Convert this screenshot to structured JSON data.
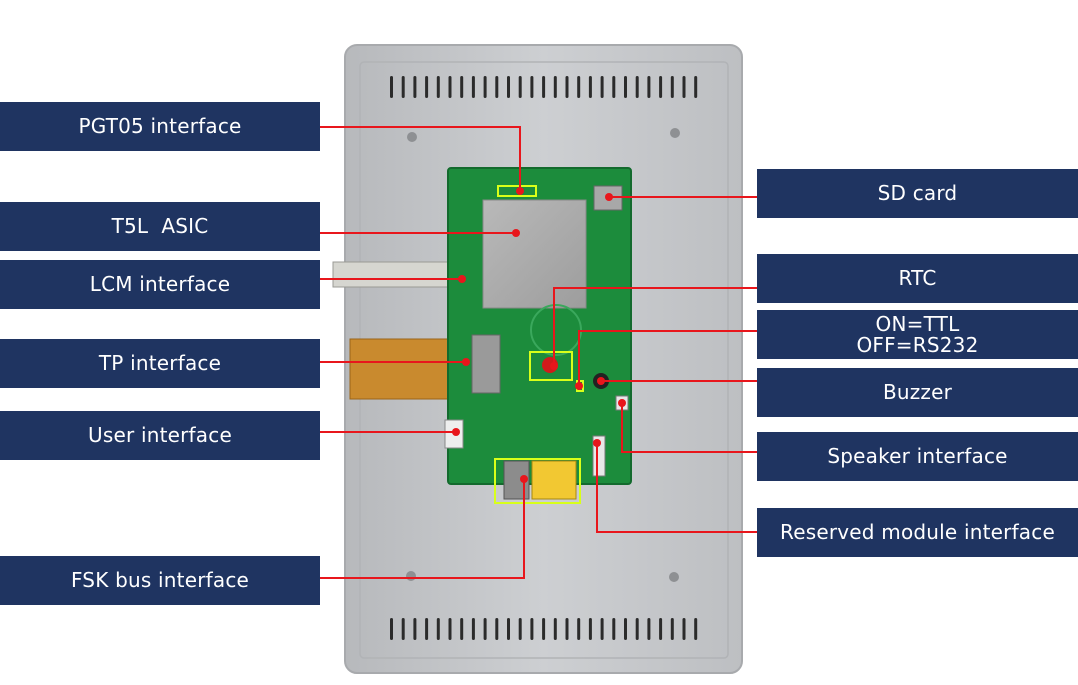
{
  "colors": {
    "label_bg": "#1f3461",
    "leader_line": "#e8161c",
    "highlight_box": "#d8ff1a",
    "pcb": "#1c8c3c",
    "enclosure": "#c4c6c9"
  },
  "labels": {
    "pgt05": "PGT05 interface",
    "t5l_asic": "T5L  ASIC",
    "lcm": "LCM interface",
    "tp": "TP interface",
    "user": "User interface",
    "fsk": "FSK bus interface",
    "sd_card": "SD card",
    "rtc": "RTC",
    "ttl_rs232_on": "ON=TTL",
    "ttl_rs232_off": "OFF=RS232",
    "buzzer": "Buzzer",
    "speaker": "Speaker interface",
    "reserved_module": "Reserved module interface"
  }
}
